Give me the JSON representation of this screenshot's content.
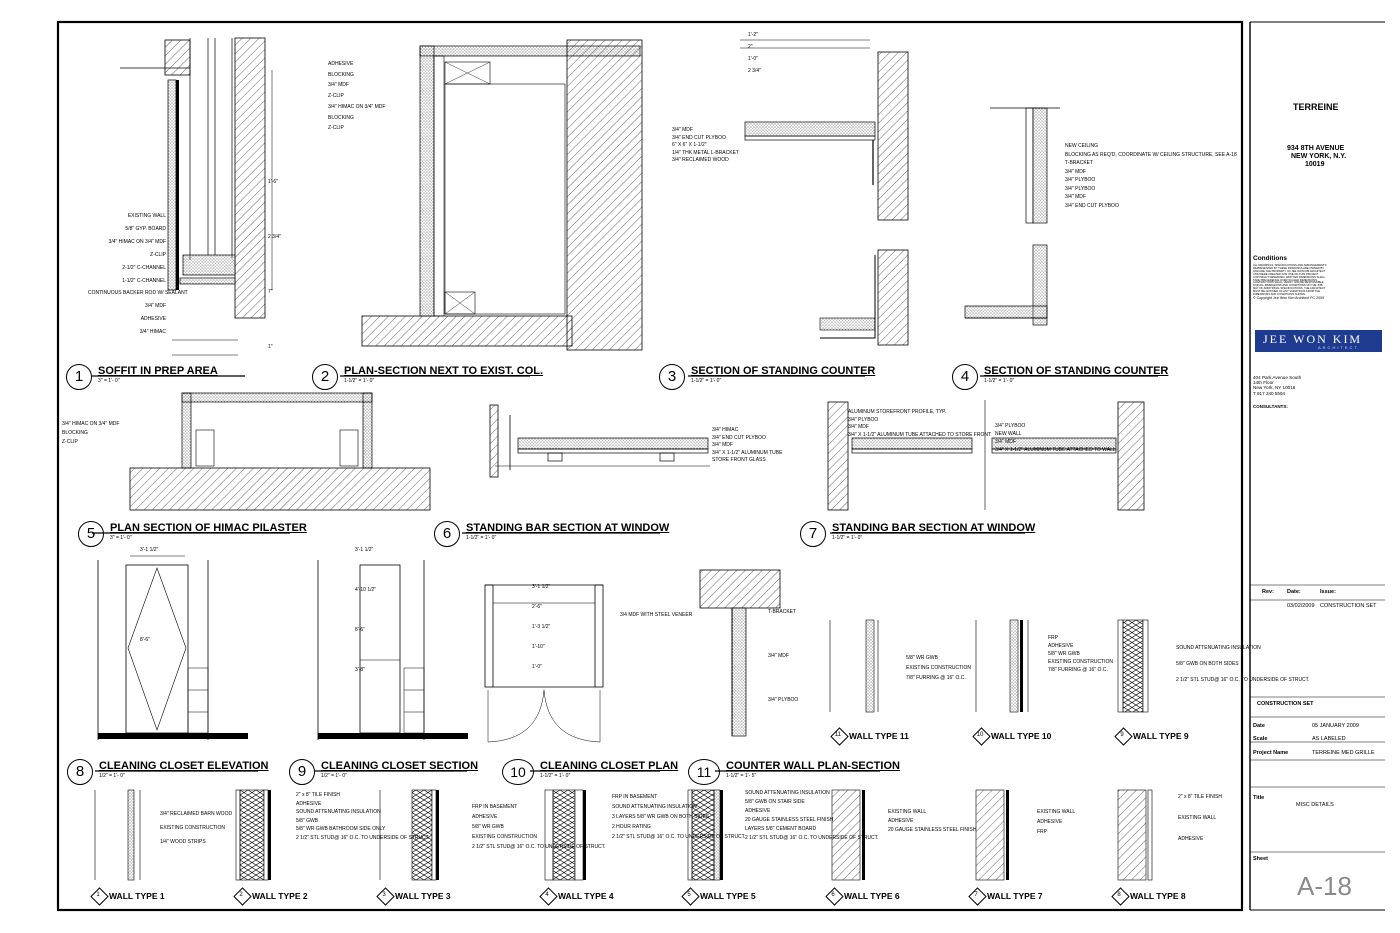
{
  "title_block": {
    "project_name": "TERREINE",
    "address_line1": "934 8TH AVENUE",
    "address_line2": "NEW YORK, N.Y.",
    "address_line3": "10019",
    "conditions_label": "Conditions",
    "conditions_text": [
      "ALL DRAWINGS, SPECIFICATIONS AND ARRANGEMENTS",
      "REPRESENTED BY THESE DRAWINGS ARE OWNED BY",
      "AND ARE THE PROPERTY OF JEE WON KIM ARCHITECT",
      "AND WERE CREATED FOR USE ON THIS PROJECT.",
      "COPYRIGHT RESERVED. WRITTEN DIMENSIONS SHALL",
      "TAKE PRECEDENCE OVER SCALED DIMENSIONS.",
      "CONTRACTORS SHALL VERIFY AND BE RESPONSIBLE",
      "FOR ALL DIMENSIONS AND CONDITIONS ON THE JOB.",
      "MAY OF ADDITIONAL SPECIFICATIONS, THE ARCHITECT",
      "MUST BE NOTIFIED OF ANY VARIATIONS FROM THE",
      "DIMENSIONS AND CONDITIONS SHOWN."
    ],
    "copyright": "© Copyright Jee Won Kim Architect PC 2009",
    "firm_logo_main": "JEE WON KIM",
    "firm_logo_sub": "ARCHITECT",
    "firm_address": [
      "404 Park Avenue South",
      "14th Floor",
      "New York, NY 10016",
      "T 917 340 5594"
    ],
    "consultants_label": "CONSULTANTS:",
    "rev_label": "Rev:",
    "date_label": "Date:",
    "issue_label": "Issue:",
    "rev_date": "03/02/2009",
    "rev_issue": "CONSTRUCTION SET",
    "set_name": "CONSTRUCTION SET",
    "date_field": "Date",
    "date_value": "05 JANUARY 2009",
    "scale_field": "Scale",
    "scale_value": "AS LABELED",
    "project_field": "Project Name",
    "project_value": "TERREINE MED GRILLE",
    "title_field": "Title",
    "title_value": "MISC DETAILS",
    "sheet_field": "Sheet",
    "sheet_number": "A-18"
  },
  "details": [
    {
      "num": "1",
      "title": "SOFFIT IN PREP AREA",
      "scale": "3\" = 1'- 0\""
    },
    {
      "num": "2",
      "title": "PLAN-SECTION NEXT TO EXIST. COL.",
      "scale": "1-1/2\" = 1'- 0\""
    },
    {
      "num": "3",
      "title": "SECTION OF STANDING COUNTER",
      "scale": "1-1/2\" = 1'- 0\""
    },
    {
      "num": "4",
      "title": "SECTION OF STANDING COUNTER",
      "scale": "1-1/2\" = 1'- 0\""
    },
    {
      "num": "5",
      "title": "PLAN SECTION OF HIMAC PILASTER",
      "scale": "3\" = 1'- 0\""
    },
    {
      "num": "6",
      "title": "STANDING BAR SECTION AT WINDOW",
      "scale": "1-1/2\" = 1'- 0\""
    },
    {
      "num": "7",
      "title": "STANDING BAR SECTION AT WINDOW",
      "scale": "1-1/2\" = 1'- 0\""
    },
    {
      "num": "8",
      "title": "CLEANING CLOSET ELEVATION",
      "scale": "1/2\" = 1'- 0\""
    },
    {
      "num": "9",
      "title": "CLEANING CLOSET SECTION",
      "scale": "1/2\" = 1'- 0\""
    },
    {
      "num": "10",
      "title": "CLEANING CLOSET PLAN",
      "scale": "1-1/2\" = 1'- 0\""
    },
    {
      "num": "11",
      "title": "COUNTER WALL PLAN-SECTION",
      "scale": "1-1/2\" = 1'- 5\""
    }
  ],
  "notes": {
    "d1": [
      "EXISTING WALL",
      "5/8\" GYP. BOARD",
      "3/4\" HIMAC ON 3/4\" MDF",
      "Z-CLIP",
      "2-1/2\" C-CHANNEL",
      "1-1/2\" C-CHANNEL",
      "CONTINUOUS BACKER ROD W/ SEALANT",
      "3/4\" MDF",
      "ADHESIVE",
      "3/4\" HIMAC"
    ],
    "d1_dims": [
      "1'-6\"",
      "2 3/4\"",
      "7\"",
      "1\""
    ],
    "d2": [
      "ADHESIVE",
      "BLOCKING",
      "3/4\" MDF",
      "Z-CLIP",
      "3/4\" HIMAC ON 3/4\" MDF",
      "BLOCKING",
      "Z-CLIP"
    ],
    "d3": [
      "3/4\" MDF",
      "3/4\" END CUT PLYBOO",
      "6\" X 6\" X 1-1/2\"",
      "1/4\" THK METAL L-BRACKET",
      "3/4\" RECLAIMED WOOD"
    ],
    "d3_dims": [
      "1'-2\"",
      "2\"",
      "1'-0\"",
      "2 3/4\""
    ],
    "d4": [
      "NEW CEILING",
      "BLOCKING AS REQ'D, COORDINATE W/ CEILING STRUCTURE, SEE A-18",
      "T-BRACKET",
      "3/4\" MDF",
      "3/4\" PLYBOO",
      "3/4\" PLYBOO",
      "3/4\" MDF",
      "3/4\" END CUT PLYBOO"
    ],
    "d5": [
      "3/4\" HIMAC ON 3/4\" MDF",
      "BLOCKING",
      "Z-CLIP"
    ],
    "d6": [
      "3/4\" HIMAC",
      "3/4\" END CUT PLYBOO",
      "3/4\" MDF",
      "3/4\" X 1-1/2\" ALUMINUM TUBE",
      "STORE FRONT GLASS"
    ],
    "d7a": [
      "ALUMINUM STOREFRONT PROFILE, TYP.",
      "3/4\" PLYBOO",
      "3/4\" MDF",
      "3/4\" X 1-1/2\" ALUMINUM TUBE ATTACHED TO STORE FRONT"
    ],
    "d7b": [
      "3/4\" PLYBOO",
      "NEW WALL",
      "3/4\" MDF",
      "3/4\" X 1-1/2\" ALUMINUM TUBE ATTACHED TO WALL"
    ],
    "d8_dims": [
      "3'-1 1/2\"",
      "8'-6\""
    ],
    "d9_dims": [
      "3'-1 1/2\"",
      "4'-10 1/2\"",
      "8'-6\"",
      "3'-8\""
    ],
    "d10": [
      "3/4 MDF WITH STEEL VENEER"
    ],
    "d10_dims": [
      "3'-1 1/2\"",
      "2'-6\"",
      "1'-3 1/2\"",
      "1'-10\"",
      "1'-0\""
    ],
    "d11": [
      "T-BRACKET",
      "3/4\" MDF",
      "3/4\" PLYBOO"
    ],
    "wt11": [
      "5/8\" WR GWB",
      "EXISTING CONSTRUCTION",
      "7/8\" FURRING @ 16\" O.C."
    ],
    "wt10": [
      "FRP",
      "ADHESIVE",
      "5/8\" WR GWB",
      "EXISTING CONSTRUCTION",
      "7/8\" FURRING @ 16\" O.C."
    ],
    "wt9": [
      "SOUND ATTENUATING INSULATION",
      "5/8\" GWB ON BOTH SIDES",
      "2 1/2\" STL STUD@ 16\" O.C. TO UNDERSIDE OF STRUCT."
    ],
    "wt1": [
      "3/4\" RECLAIMED BARN WOOD",
      "EXISTING CONSTRUCTION",
      "1/4\" WOOD STRIPS"
    ],
    "wt2": [
      "2\" x 8\" TILE FINISH",
      "ADHESIVE",
      "SOUND ATTENUATING INSULATION",
      "5/8\" GWB",
      "5/8\" WR GWB BATHROOM SIDE ONLY",
      "2 1/2\" STL STUD@ 16\" O.C. TO UNDERSIDE OF STRUCT."
    ],
    "wt3": [
      "FRP IN BASEMENT",
      "ADHESIVE",
      "5/8\" WR GWB",
      "EXISTING CONSTRUCTION",
      "2 1/2\" STL STUD@ 16\" O.C. TO UNDERSIDE OF STRUCT."
    ],
    "wt4": [
      "FRP IN BASEMENT",
      "SOUND ATTENUATING INSULATION",
      "3 LAYERS 5/8\" WR GWB ON BOTH SIDES",
      "2 HOUR RATING",
      "2 1/2\" STL STUD@ 16\" O.C. TO UNDERSIDE OF STRUCT."
    ],
    "wt5": [
      "SOUND ATTENUATING INSULATION",
      "5/8\" GWB ON STAIR SIDE",
      "ADHESIVE",
      "20 GAUGE STAINLESS STEEL FINISH",
      "LAYERS 5/8\" CEMENT BOARD",
      "2 1/2\" STL STUD@ 16\" O.C. TO UNDERSIDE OF STRUCT."
    ],
    "wt6": [
      "EXISTING WALL",
      "ADHESIVE",
      "20 GAUGE STAINLESS STEEL FINISH"
    ],
    "wt7": [
      "EXISTING WALL",
      "ADHESIVE",
      "FRP"
    ],
    "wt8": [
      "2\" x 8\" TILE FINISH",
      "EXISTING WALL",
      "ADHESIVE"
    ]
  },
  "wall_types": [
    {
      "num": "11",
      "label": "WALL TYPE 11"
    },
    {
      "num": "10",
      "label": "WALL TYPE 10"
    },
    {
      "num": "9",
      "label": "WALL TYPE 9"
    },
    {
      "num": "1",
      "label": "WALL TYPE 1"
    },
    {
      "num": "2",
      "label": "WALL TYPE 2"
    },
    {
      "num": "3",
      "label": "WALL TYPE 3"
    },
    {
      "num": "4",
      "label": "WALL TYPE 4"
    },
    {
      "num": "5",
      "label": "WALL TYPE 5"
    },
    {
      "num": "6",
      "label": "WALL TYPE 6"
    },
    {
      "num": "7",
      "label": "WALL TYPE 7"
    },
    {
      "num": "8",
      "label": "WALL TYPE 8"
    }
  ],
  "colors": {
    "logo_bg": "#1f3b8f",
    "sheet_number": "#8a8a8a"
  }
}
